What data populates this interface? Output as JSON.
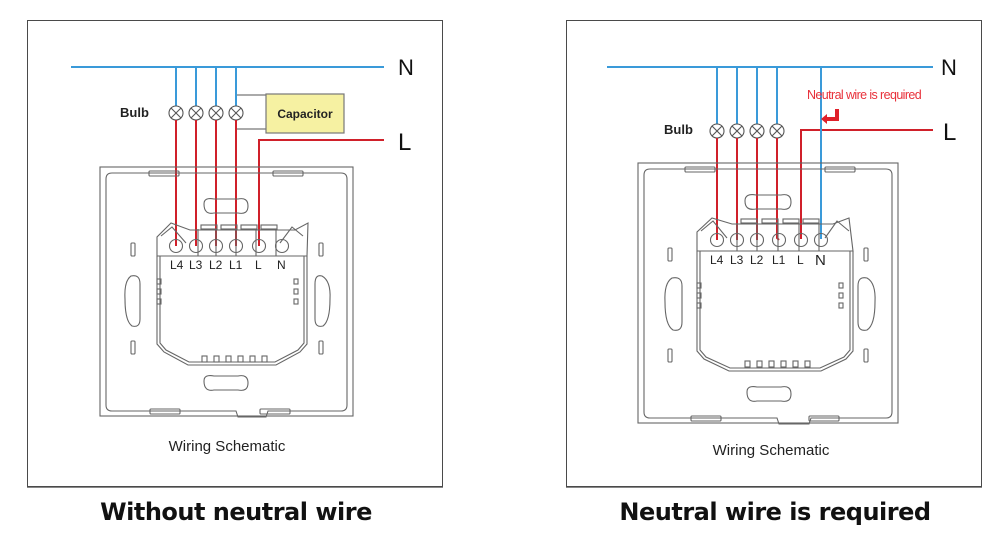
{
  "colors": {
    "neutral_wire": "#3a9ad9",
    "live_wire": "#d0202a",
    "capacitor_fill": "#f6f1a2",
    "annotation": "#e8303a",
    "outline": "#555555"
  },
  "panels": [
    {
      "id": "without-neutral",
      "neutral_label": "N",
      "live_label": "L",
      "bulb_label": "Bulb",
      "capacitor_label": "Capacitor",
      "terminal_labels": [
        "L4",
        "L3",
        "L2",
        "L1",
        "L",
        "N"
      ],
      "schematic_label": "Wiring Schematic",
      "caption": "Without neutral wire",
      "bulb_count": 4,
      "neutral_connected": false
    },
    {
      "id": "neutral-required",
      "neutral_label": "N",
      "live_label": "L",
      "bulb_label": "Bulb",
      "annotation": "Neutral wire is required",
      "terminal_labels": [
        "L4",
        "L3",
        "L2",
        "L1",
        "L",
        "N"
      ],
      "schematic_label": "Wiring Schematic",
      "caption": "Neutral wire is required",
      "bulb_count": 4,
      "neutral_connected": true
    }
  ]
}
